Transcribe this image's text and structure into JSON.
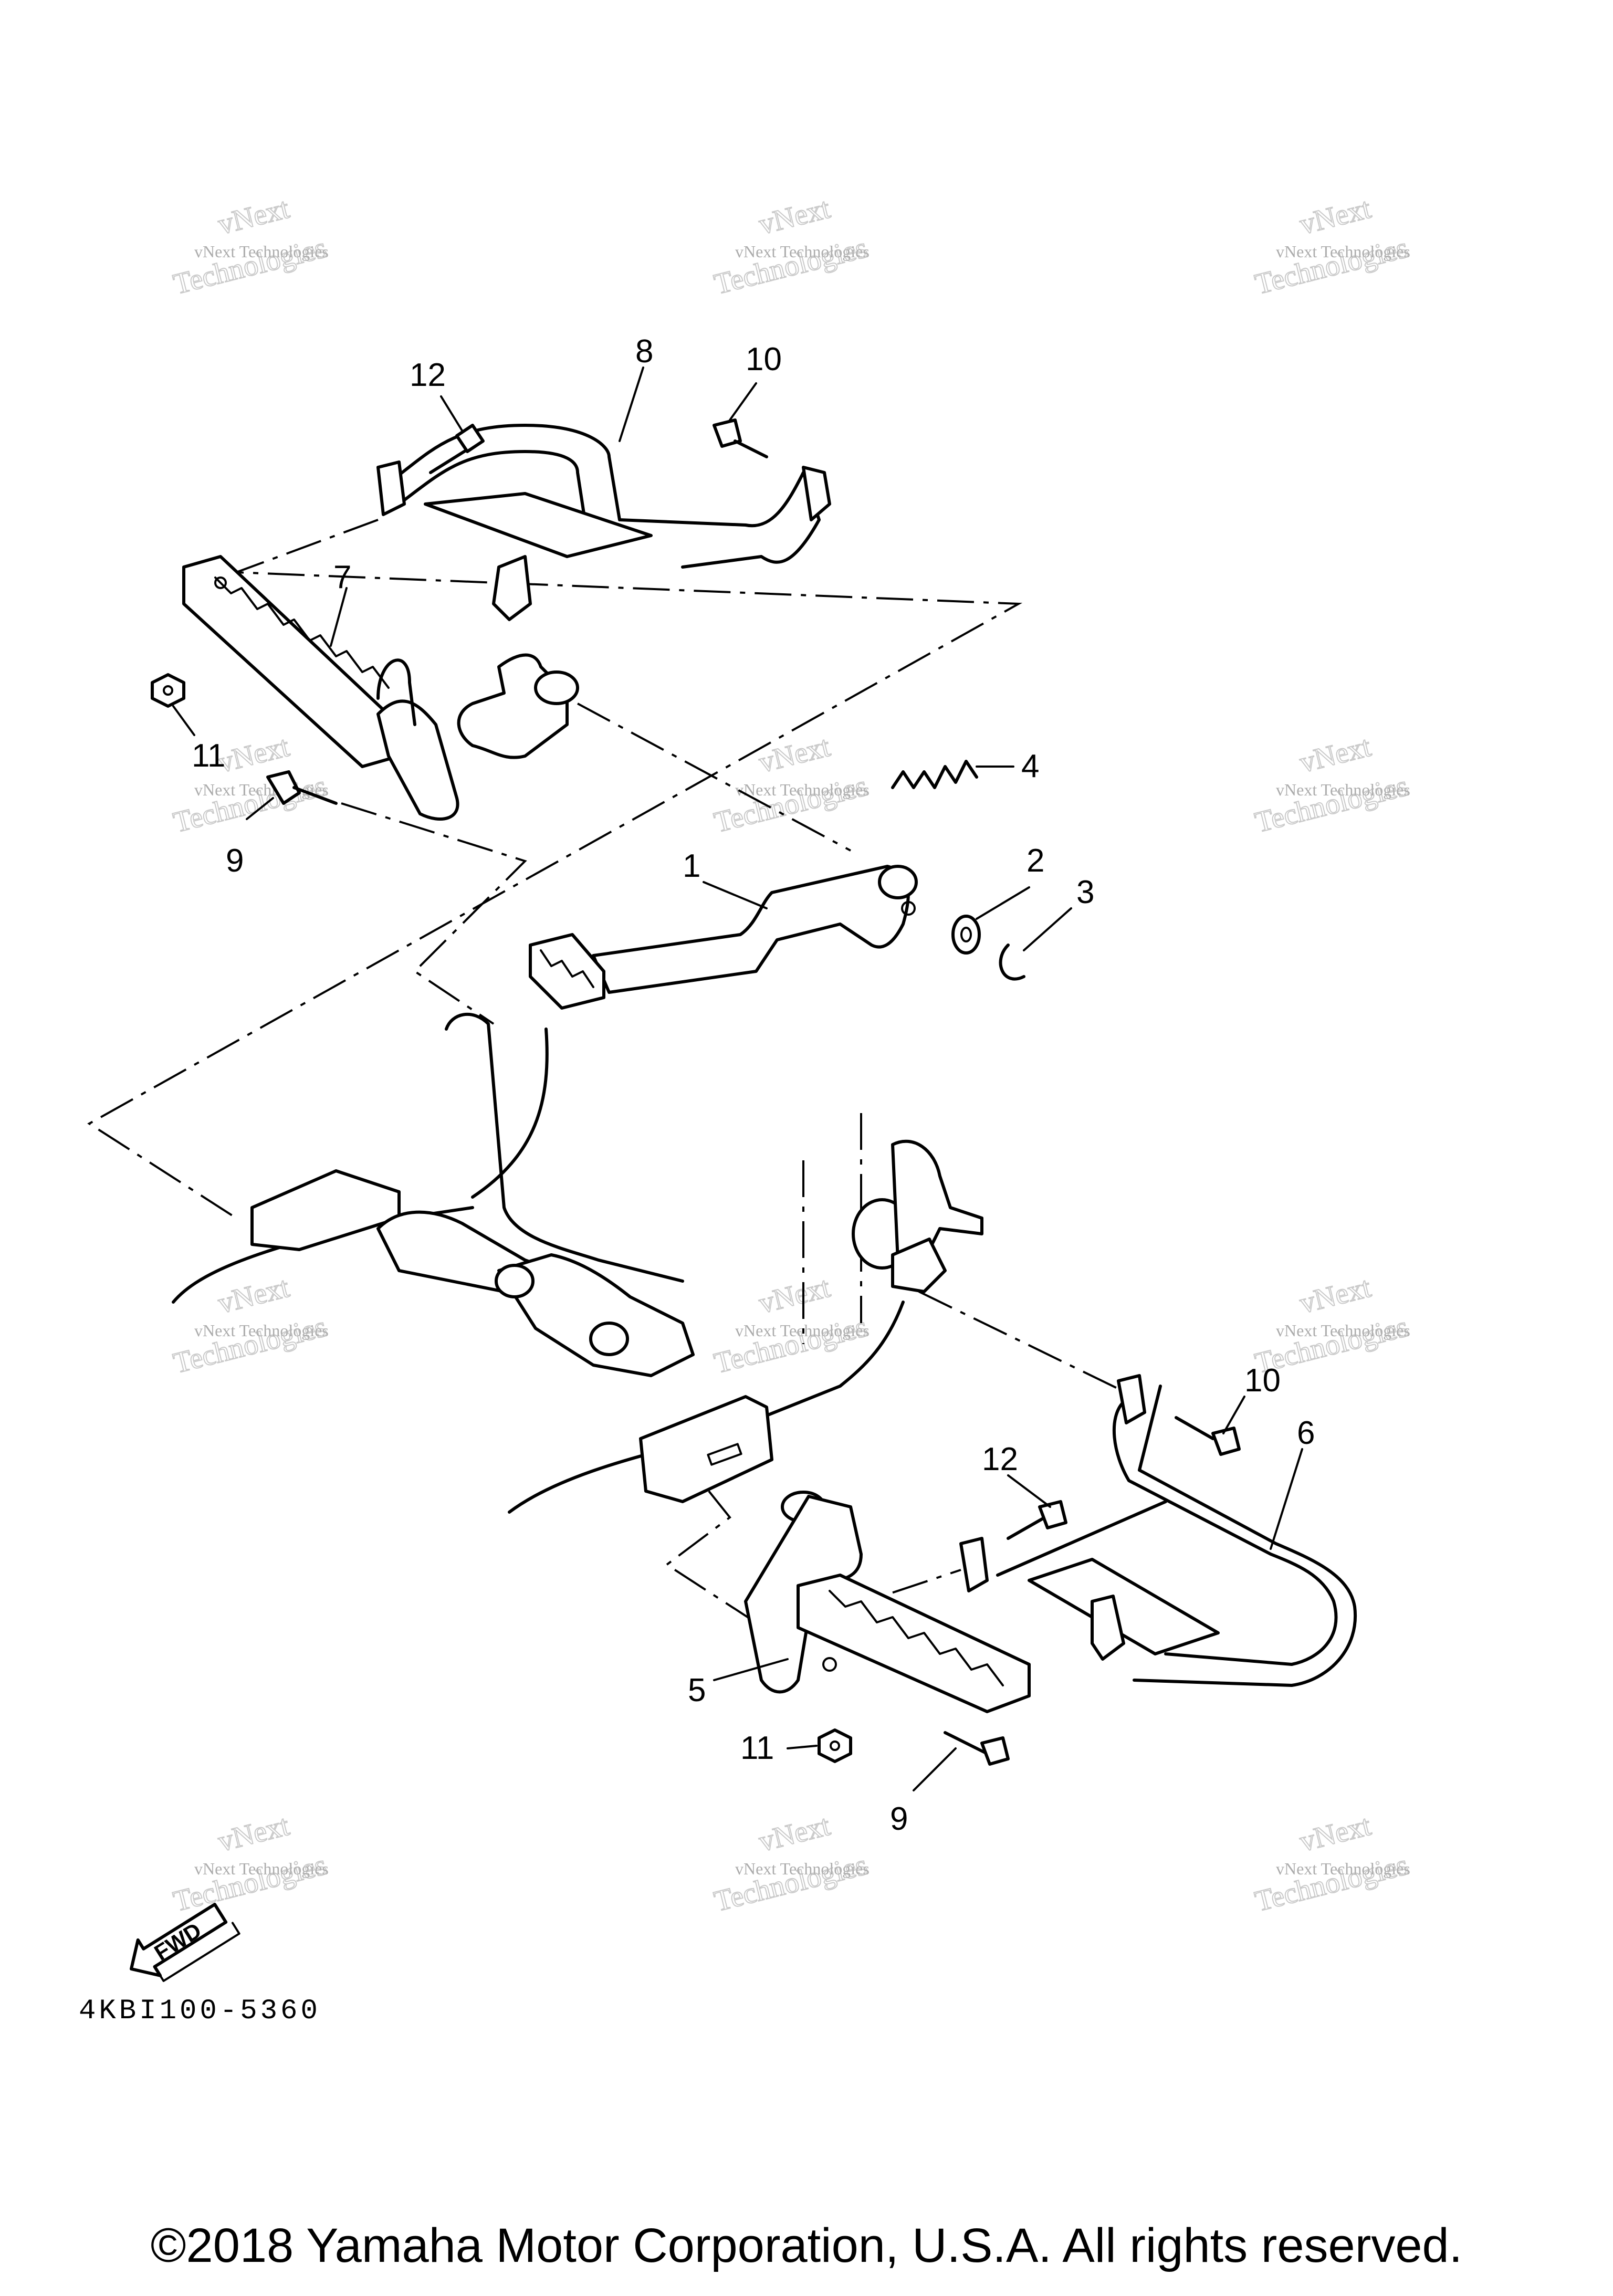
{
  "callouts": [
    "1",
    "2",
    "3",
    "4",
    "5",
    "6",
    "7",
    "8",
    "9",
    "10",
    "11",
    "12"
  ],
  "callout_instances": [
    {
      "label": "12"
    },
    {
      "label": "8"
    },
    {
      "label": "10"
    },
    {
      "label": "7"
    },
    {
      "label": "11"
    },
    {
      "label": "9"
    },
    {
      "label": "4"
    },
    {
      "label": "2"
    },
    {
      "label": "3"
    },
    {
      "label": "1"
    },
    {
      "label": "10"
    },
    {
      "label": "6"
    },
    {
      "label": "12"
    },
    {
      "label": "5"
    },
    {
      "label": "11"
    },
    {
      "label": "9"
    }
  ],
  "fwd_label": "FWD",
  "diagram_code": "4KBI100-5360",
  "watermark_line1": "vNext Technologies",
  "watermark_line2": "vNext",
  "watermark_line3": "Technologies",
  "copyright": "©2018 Yamaha Motor Corporation, U.S.A. All rights reserved."
}
